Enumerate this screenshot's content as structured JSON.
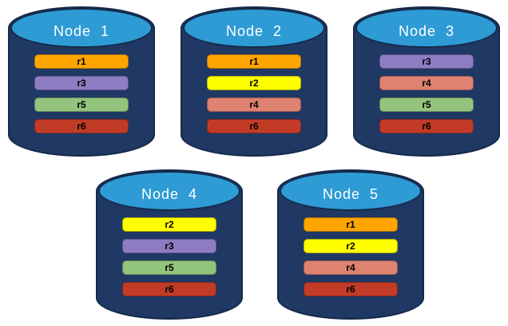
{
  "diagram": {
    "background": "#FFFFFF",
    "cylinder": {
      "body_color": "#1F3864",
      "top_color": "#2E9BD5",
      "outline_color": "#152A4A"
    },
    "replica_colors": {
      "r1": "#FFA500",
      "r2": "#FFFF00",
      "r3": "#8E7CC3",
      "r4": "#DE8271",
      "r5": "#93C47D",
      "r6": "#C23B27"
    },
    "nodes": [
      {
        "label": "Node  1",
        "replicas": [
          "r1",
          "r3",
          "r5",
          "r6"
        ]
      },
      {
        "label": "Node  2",
        "replicas": [
          "r1",
          "r2",
          "r4",
          "r6"
        ]
      },
      {
        "label": "Node  3",
        "replicas": [
          "r3",
          "r4",
          "r5",
          "r6"
        ]
      },
      {
        "label": "Node  4",
        "replicas": [
          "r2",
          "r3",
          "r5",
          "r6"
        ]
      },
      {
        "label": "Node  5",
        "replicas": [
          "r1",
          "r2",
          "r4",
          "r6"
        ]
      }
    ]
  }
}
